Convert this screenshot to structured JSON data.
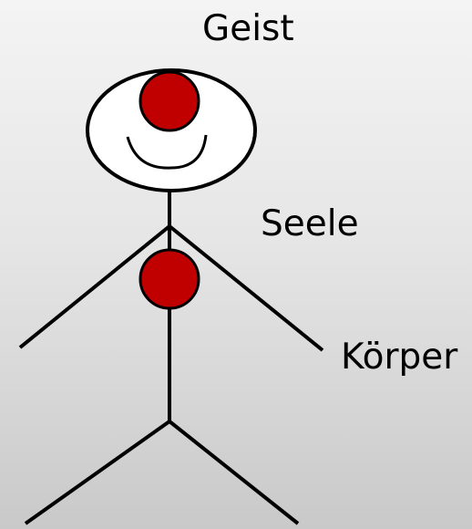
{
  "labels": {
    "spirit": "Geist",
    "soul": "Seele",
    "body": "Körper"
  },
  "colors": {
    "dot": "#c00000",
    "line": "#000000",
    "head_fill": "#ffffff"
  }
}
